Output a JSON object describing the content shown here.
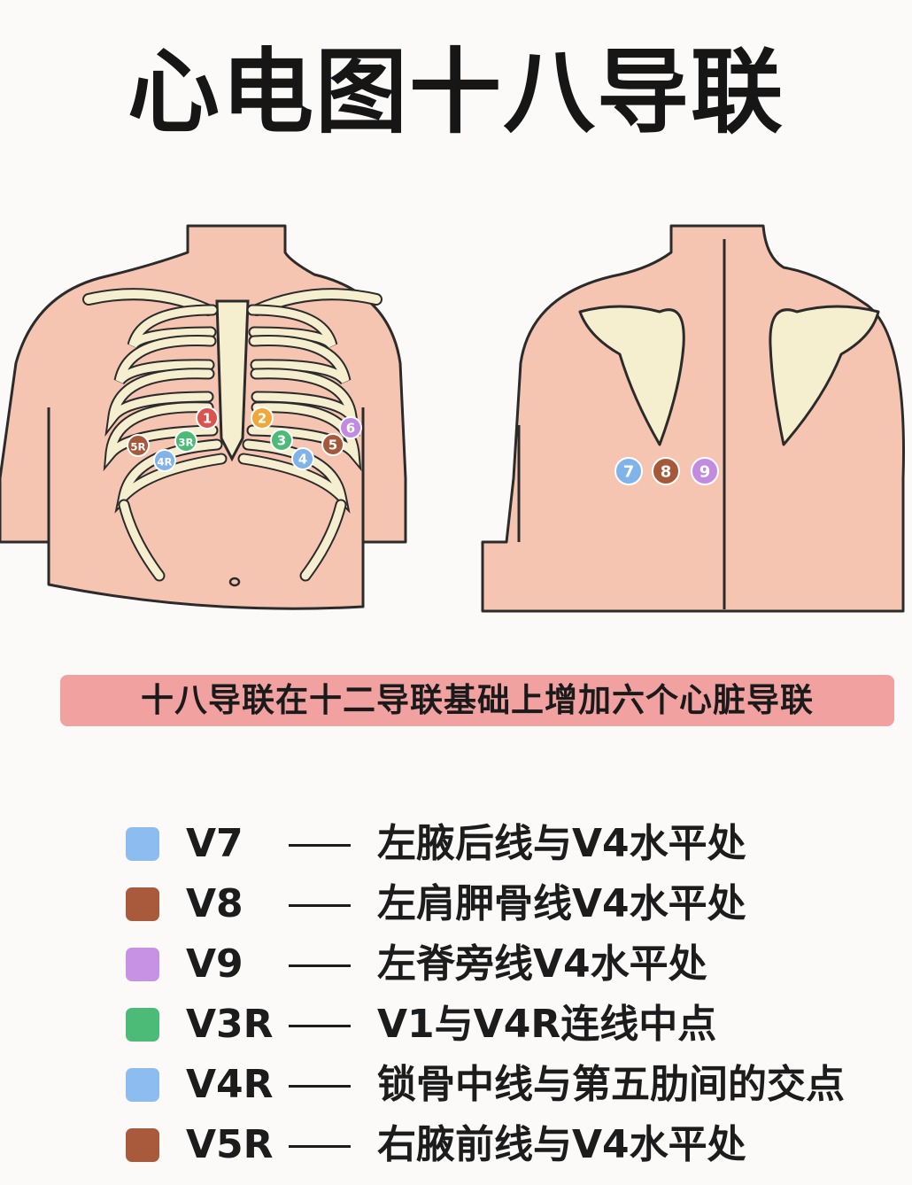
{
  "title": "心电图十八导联",
  "banner": "十八导联在十二导联基础上增加六个心脏导联",
  "front_electrodes": [
    {
      "label": "1",
      "color": "#d9534f"
    },
    {
      "label": "2",
      "color": "#f0a83a"
    },
    {
      "label": "3",
      "color": "#4cbb78"
    },
    {
      "label": "4",
      "color": "#7fb3ea"
    },
    {
      "label": "5",
      "color": "#a5583a"
    },
    {
      "label": "6",
      "color": "#c08be0"
    },
    {
      "label": "3R",
      "color": "#4cbb78"
    },
    {
      "label": "4R",
      "color": "#7fb3ea"
    },
    {
      "label": "5R",
      "color": "#a5583a"
    }
  ],
  "back_electrodes": [
    {
      "label": "7",
      "color": "#7fb3ea"
    },
    {
      "label": "8",
      "color": "#a5583a"
    },
    {
      "label": "9",
      "color": "#c08be0"
    }
  ],
  "legend": [
    {
      "lead": "V7",
      "desc": "左腋后线与V4水平处",
      "color": "#8cbcf0"
    },
    {
      "lead": "V8",
      "desc": "左肩胛骨线V4水平处",
      "color": "#a95a3d"
    },
    {
      "lead": "V9",
      "desc": "左脊旁线V4水平处",
      "color": "#c792e3"
    },
    {
      "lead": "V3R",
      "desc": "V1与V4R连线中点",
      "color": "#4cbb78"
    },
    {
      "lead": "V4R",
      "desc": "锁骨中线与第五肋间的交点",
      "color": "#8cbcf0"
    },
    {
      "lead": "V5R",
      "desc": "右腋前线与V4水平处",
      "color": "#a95a3d"
    }
  ]
}
